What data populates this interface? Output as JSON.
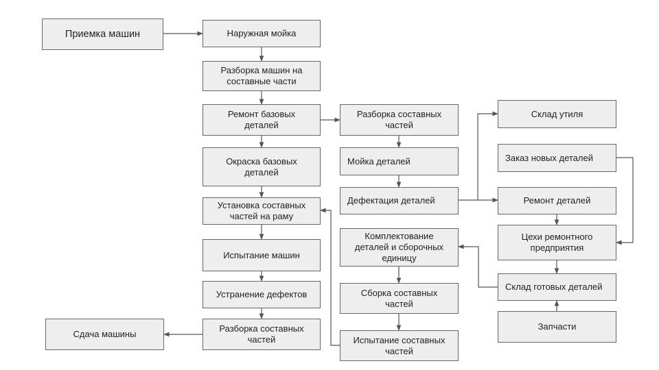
{
  "diagram": {
    "type": "flowchart",
    "colors": {
      "node_fill": "#eeeeee",
      "node_border": "#666666",
      "edge": "#555555",
      "text": "#222222"
    },
    "nodes": [
      {
        "id": "priemka",
        "label": "Приемка машин"
      },
      {
        "id": "naruzhnaya_moyka",
        "label": "Наружная мойка"
      },
      {
        "id": "razborka_mashin",
        "label": "Разборка машин на\nсоставные части"
      },
      {
        "id": "remont_bazovyh",
        "label": "Ремонт базовых\nдеталей"
      },
      {
        "id": "okraska",
        "label": "Окраска базовых\nдеталей"
      },
      {
        "id": "ustanovka",
        "label": "Установка составных\nчастей на раму"
      },
      {
        "id": "ispytanie_mashin",
        "label": "Испытание машин"
      },
      {
        "id": "ustranenie",
        "label": "Устранение дефектов"
      },
      {
        "id": "razborka_final",
        "label": "Разборка составных\nчастей"
      },
      {
        "id": "sdacha",
        "label": "Сдача машины"
      },
      {
        "id": "razborka_sostavnyh",
        "label": "Разборка составных\nчастей"
      },
      {
        "id": "moyka_detaley",
        "label": "Мойка деталей"
      },
      {
        "id": "defektaciya",
        "label": "Дефектация деталей"
      },
      {
        "id": "komplektovanie",
        "label": "Комплектование\nдеталей и сборочных\nединицу"
      },
      {
        "id": "sborka",
        "label": "Сборка составных\nчастей"
      },
      {
        "id": "ispytanie_sostavnyh",
        "label": "Испытание составных\nчастей"
      },
      {
        "id": "sklad_utilya",
        "label": "Склад утиля"
      },
      {
        "id": "zakaz_novyh",
        "label": "Заказ новых деталей"
      },
      {
        "id": "remont_detaley",
        "label": "Ремонт деталей"
      },
      {
        "id": "cehi",
        "label": "Цехи ремонтного\nпредприятия"
      },
      {
        "id": "sklad_gotovyh",
        "label": "Склад готовых деталей"
      },
      {
        "id": "zapchasti",
        "label": "Запчасти"
      }
    ],
    "edges": [
      {
        "from": "priemka",
        "to": "naruzhnaya_moyka"
      },
      {
        "from": "naruzhnaya_moyka",
        "to": "razborka_mashin"
      },
      {
        "from": "razborka_mashin",
        "to": "remont_bazovyh"
      },
      {
        "from": "remont_bazovyh",
        "to": "okraska"
      },
      {
        "from": "remont_bazovyh",
        "to": "razborka_sostavnyh"
      },
      {
        "from": "okraska",
        "to": "ustanovka"
      },
      {
        "from": "ustanovka",
        "to": "ispytanie_mashin"
      },
      {
        "from": "ispytanie_mashin",
        "to": "ustranenie"
      },
      {
        "from": "ustranenie",
        "to": "razborka_final"
      },
      {
        "from": "razborka_final",
        "to": "sdacha"
      },
      {
        "from": "razborka_sostavnyh",
        "to": "moyka_detaley"
      },
      {
        "from": "moyka_detaley",
        "to": "defektaciya"
      },
      {
        "from": "defektaciya",
        "to": "sklad_utilya"
      },
      {
        "from": "defektaciya",
        "to": "remont_detaley"
      },
      {
        "from": "remont_detaley",
        "to": "cehi"
      },
      {
        "from": "zakaz_novyh",
        "to": "cehi"
      },
      {
        "from": "cehi",
        "to": "sklad_gotovyh"
      },
      {
        "from": "zapchasti",
        "to": "sklad_gotovyh"
      },
      {
        "from": "sklad_gotovyh",
        "to": "komplektovanie"
      },
      {
        "from": "komplektovanie",
        "to": "sborka"
      },
      {
        "from": "sborka",
        "to": "ispytanie_sostavnyh"
      },
      {
        "from": "ispytanie_sostavnyh",
        "to": "ustanovka"
      }
    ]
  }
}
